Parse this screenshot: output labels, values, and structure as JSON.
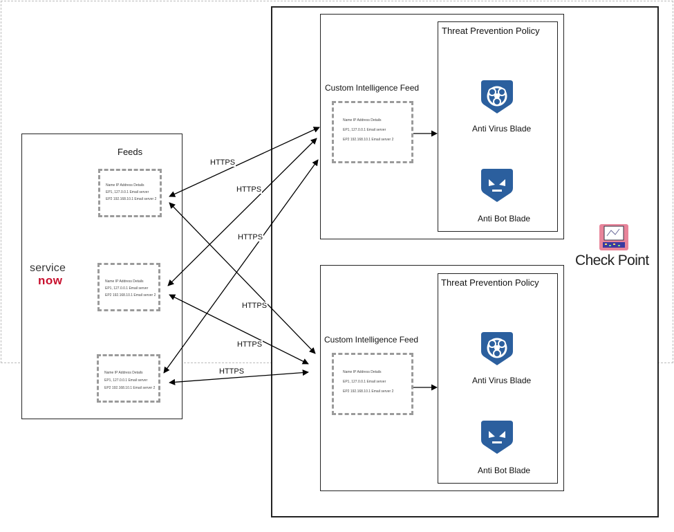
{
  "servicenow": {
    "logo_service": "service",
    "logo_now": "now",
    "feeds_title": "Feeds"
  },
  "checkpoint": {
    "logo_text": "Check Point"
  },
  "feed_card": {
    "header": "Name IP Address  Details",
    "row1": "EP1, 127.0.0.1 Email server",
    "row2": "EP2 192.168.10.1 Email server 2"
  },
  "gateway_top": {
    "policy_title": "Threat Prevention Policy",
    "feed_title": "Custom Intelligence Feed",
    "blade1": "Anti Virus Blade",
    "blade2": "Anti Bot Blade"
  },
  "gateway_bottom": {
    "policy_title": "Threat Prevention Policy",
    "feed_title": "Custom Intelligence Feed",
    "blade1": "Anti Virus Blade",
    "blade2": "Anti Bot Blade"
  },
  "connections": {
    "label1": "HTTPS",
    "label2": "HTTPS",
    "label3": "HTTPS",
    "label4": "HTTPS",
    "label5": "HTTPS",
    "label6": "HTTPS"
  },
  "colors": {
    "blade_blue": "#2b5f9e",
    "servicenow_red": "#c8102e",
    "checkpoint_pink": "#e8849a"
  }
}
